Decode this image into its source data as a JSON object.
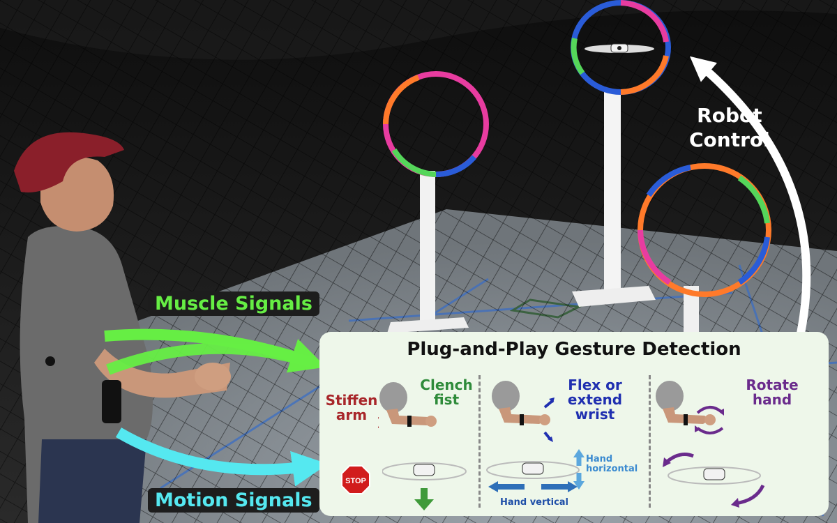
{
  "labels": {
    "robot_control": [
      "Robot",
      "Control"
    ],
    "muscle_signals": "Muscle Signals",
    "motion_signals": "Motion Signals"
  },
  "panel": {
    "title": "Plug-and-Play Gesture Detection",
    "stiffen_arm": [
      "Stiffen",
      "arm"
    ],
    "clench_fist": [
      "Clench",
      "fist"
    ],
    "stop_sign": "STOP",
    "flex_wrist": [
      "Flex or",
      "extend",
      "wrist"
    ],
    "hand_horizontal": [
      "Hand",
      "horizontal"
    ],
    "hand_vertical": "Hand vertical",
    "rotate_hand": [
      "Rotate",
      "hand"
    ]
  },
  "colors": {
    "muscle": "#66ee44",
    "motion": "#55e8f0",
    "stiffen": "#a8262a",
    "clench": "#2e8b3a",
    "flex": "#1f2fb0",
    "blue_arrow": "#2e6fb8",
    "light_blue": "#5ba7dd",
    "rotate": "#6a2b8c",
    "green_arrow": "#3f9a3a"
  },
  "icons": {
    "drone": "quadcopter-drone-icon",
    "arm": "forearm-with-armband-icon",
    "stop": "stop-sign-icon"
  }
}
